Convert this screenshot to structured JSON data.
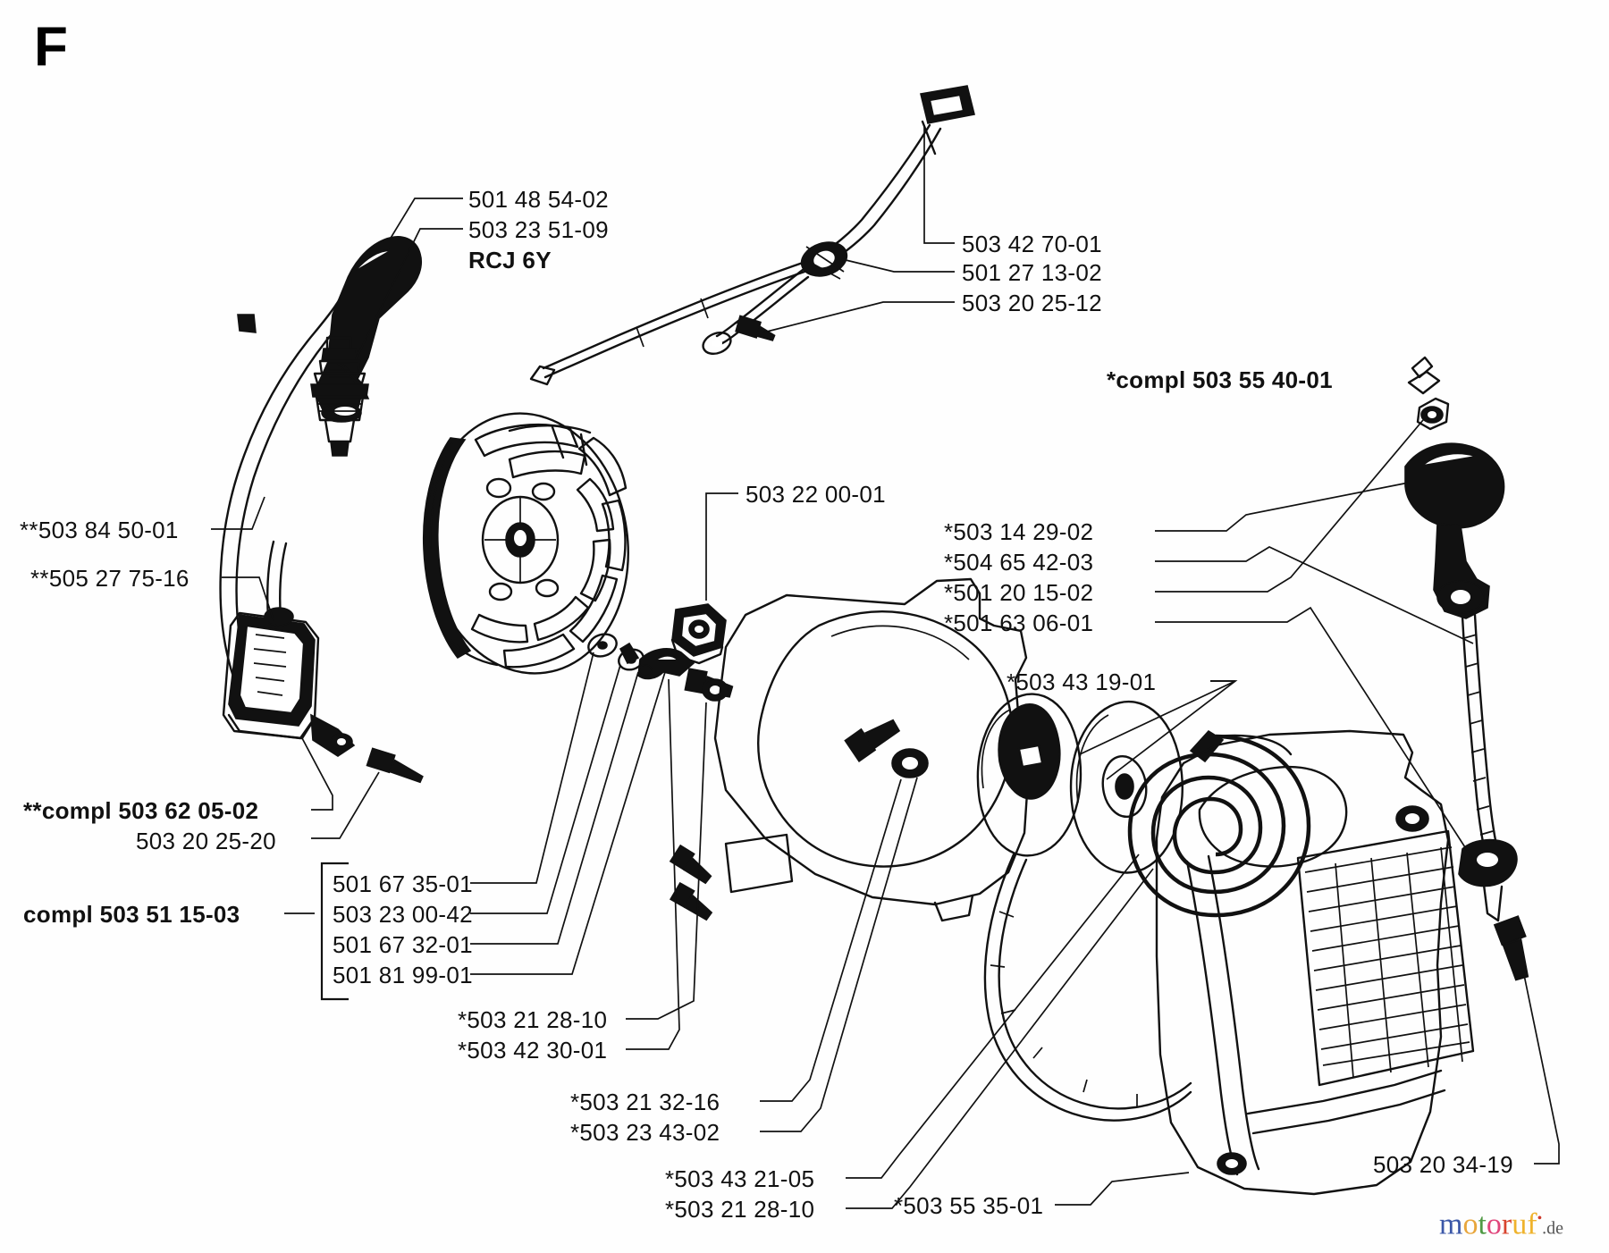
{
  "page": {
    "section_letter": "F",
    "watermark": {
      "text": "motoruf",
      "suffix": ".de"
    }
  },
  "labels": {
    "ignition_lead_cap": "501 48 54-02",
    "spark_plug_number": "503 23 51-09",
    "spark_plug_type": "RCJ 6Y",
    "stop_switch_wire": "503 42 70-01",
    "stop_switch_grommet": "501 27 13-02",
    "stop_switch_screw": "503 20 25-12",
    "starter_compl": "*compl 503 55 40-01",
    "ignition_cable": "**503 84 50-01",
    "ignition_module": "**505 27 75-16",
    "flywheel_nut": "503 22 00-01",
    "ignition_compl": "**compl 503 62 05-02",
    "ignition_screw": "503 20 25-20",
    "flywheel_compl": "compl 503 51 15-03",
    "flywheel_group": [
      "501 67 35-01",
      "503 23 00-42",
      "501 67 32-01",
      "501 81 99-01"
    ],
    "starter_handle": "*503 14 29-02",
    "starter_rope": "*504 65 42-03",
    "handle_insert": "*501 20 15-02",
    "rope_guide_bush": "*501 63 06-01",
    "pulley_group_label": "*503 43 19-01",
    "pawl_screw": "*503 21 28-10",
    "pawl": "*503 42 30-01",
    "spring_washer": "*503 21 32-16",
    "washer": "*503 23 43-02",
    "rewind_spring": "*503 43 21-05",
    "pulley_screw": "*503 21 28-10",
    "starter_housing": "*503 55 35-01",
    "housing_screw": "503 20 34-19"
  }
}
